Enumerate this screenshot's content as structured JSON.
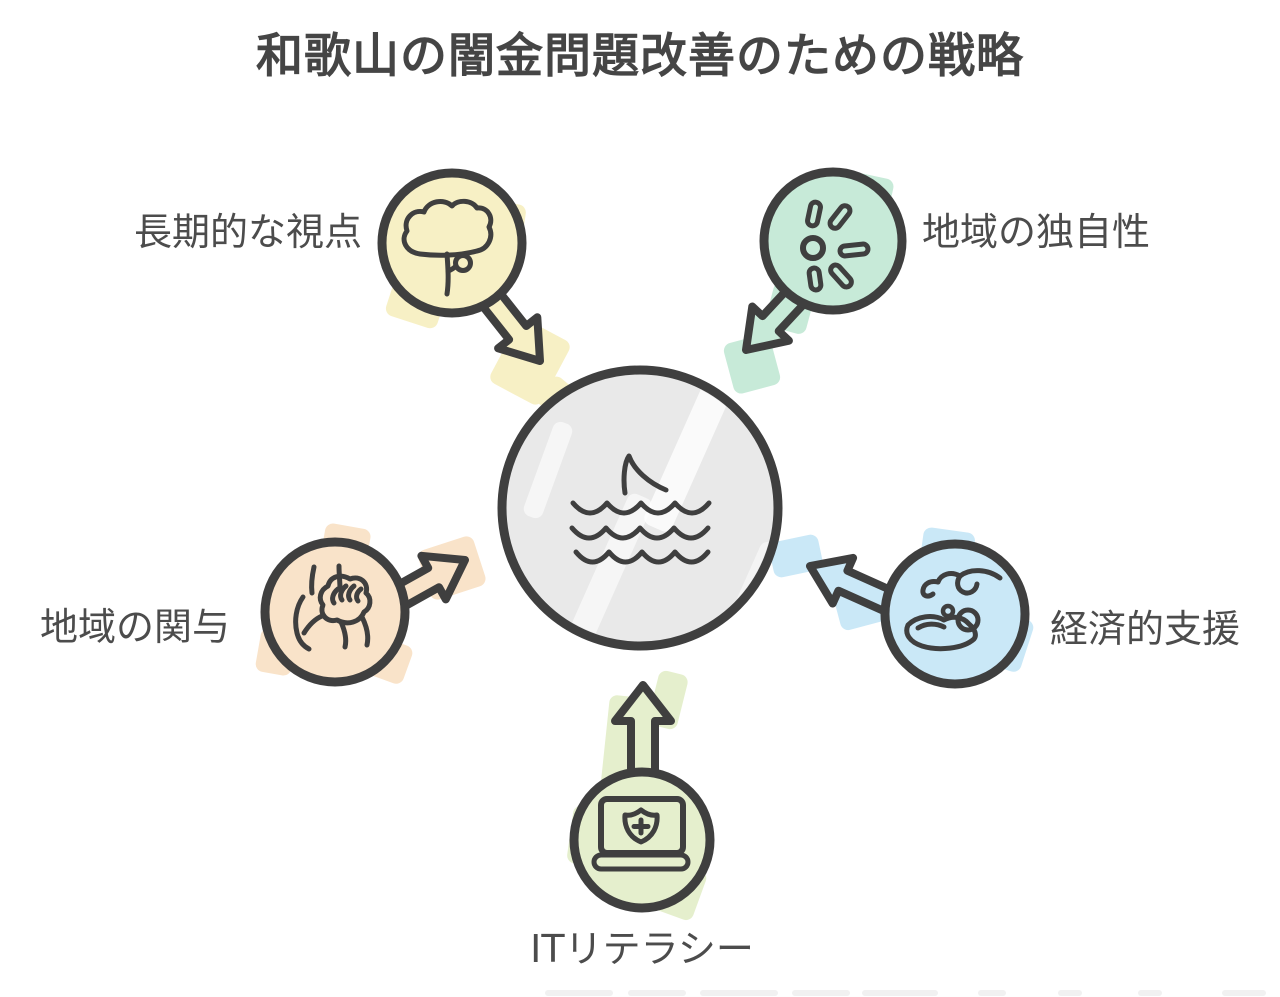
{
  "title": "和歌山の闇金問題改善のための戦略",
  "theme": {
    "ink": "#3f3f3f",
    "text": "#4c4c4c",
    "background": "#ffffff"
  },
  "center": {
    "id": "central-problem",
    "icon": "shark-fin-waves-icon",
    "fill": "#e9e9e9"
  },
  "nodes": [
    {
      "id": "long-term-perspective",
      "label": "長期的な視点",
      "icon": "tree-icon",
      "color": "#f7f0c5",
      "position": "top-left"
    },
    {
      "id": "regional-uniqueness",
      "label": "地域の独自性",
      "icon": "sparkle-icon",
      "color": "#c7ead8",
      "position": "top-right"
    },
    {
      "id": "community-involvement",
      "label": "地域の関与",
      "icon": "hands-together-icon",
      "color": "#f9e3c9",
      "position": "left"
    },
    {
      "id": "economic-support",
      "label": "経済的支援",
      "icon": "hand-giving-coins-icon",
      "color": "#cae8f7",
      "position": "right"
    },
    {
      "id": "it-literacy",
      "label": "ITリテラシー",
      "icon": "laptop-shield-icon",
      "color": "#e5efcd",
      "position": "bottom"
    }
  ]
}
